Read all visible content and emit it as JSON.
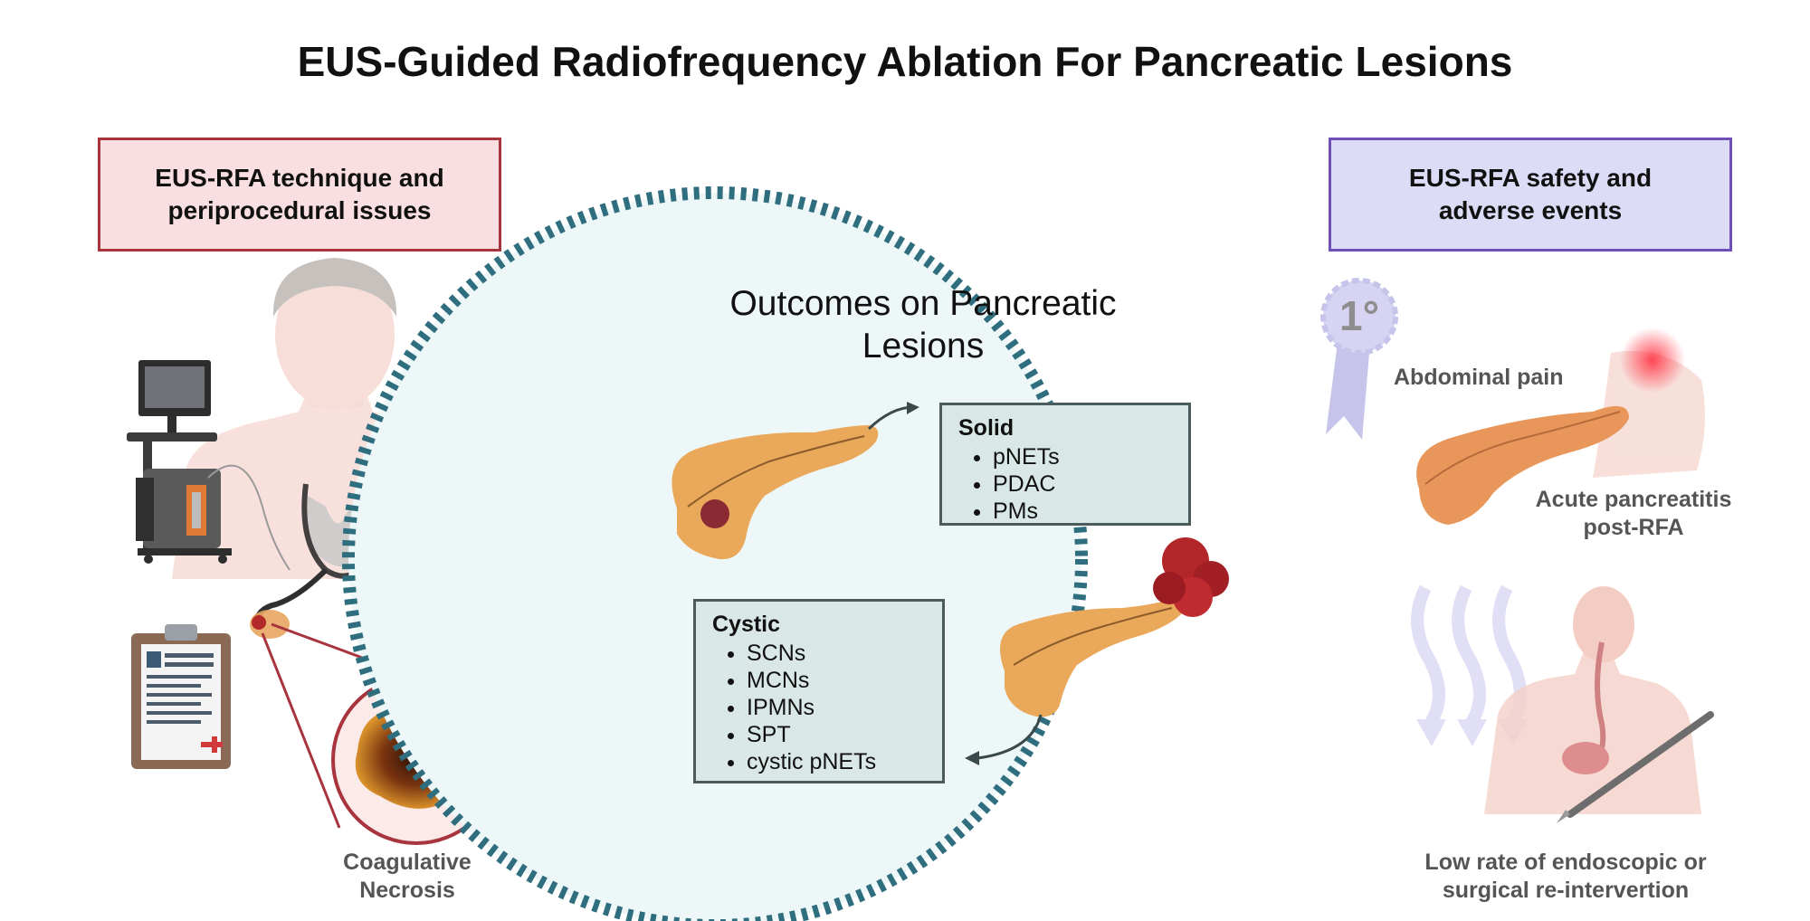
{
  "title": "EUS-Guided Radiofrequency Ablation For Pancreatic Lesions",
  "left_panel": {
    "heading": "EUS-RFA technique and periprocedural issues",
    "caption": "Coagulative Necrosis"
  },
  "center": {
    "heading": "Outcomes on Pancreatic Lesions",
    "solid": {
      "heading": "Solid",
      "items": [
        "pNETs",
        "PDAC",
        "PMs"
      ]
    },
    "cystic": {
      "heading": "Cystic",
      "items": [
        "SCNs",
        "MCNs",
        "IPMNs",
        "SPT",
        "cystic pNETs"
      ]
    }
  },
  "right_panel": {
    "heading": "EUS-RFA safety and adverse events",
    "ribbon_label": "1°",
    "pain_caption": "Abdominal pain",
    "pancreatitis_caption": "Acute pancreatitis post-RFA",
    "reintervention_caption": "Low rate of endoscopic or surgical re-intervertion"
  },
  "colors": {
    "left_accent": "#a8343e",
    "left_fill": "#f9dfe1",
    "right_accent": "#7050b8",
    "right_fill": "#dddcf6",
    "circle_dash": "#2f6e7e",
    "circle_fill": "#eef7f8",
    "box_fill": "#d9e8e6"
  }
}
